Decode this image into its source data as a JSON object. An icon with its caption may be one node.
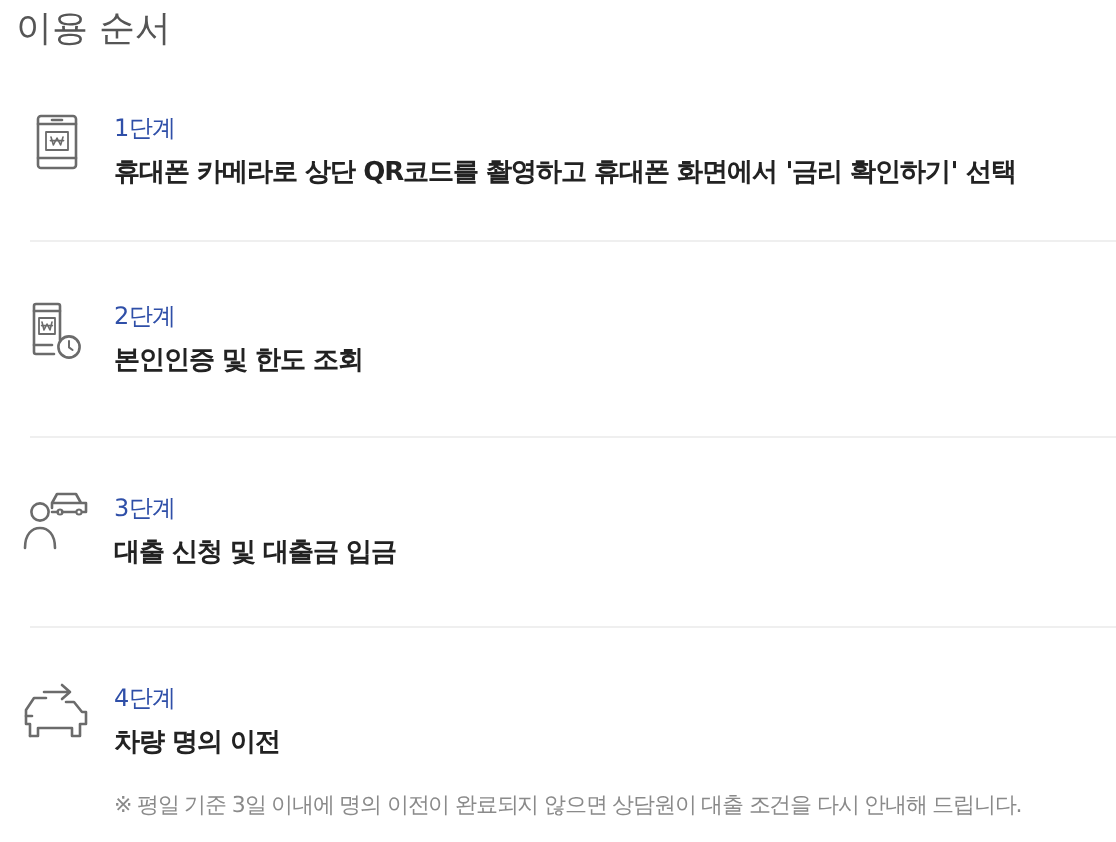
{
  "diagram": {
    "title": "이용 순서",
    "nodes": [
      {
        "text": [
          "1단계",
          "휴대폰 카메라로 상단 QR코드를 촬영하고 휴대폰 화면에서 '금리 확인하기' 선택"
        ]
      },
      {
        "text": [
          "2단계",
          "본인인증 및 한도 조회"
        ]
      },
      {
        "text": [
          "3단계",
          "대출 신청 및 대출금 입금"
        ]
      },
      {
        "text": [
          "4단계",
          "차량 명의 이전",
          "※ 평일 기준 3일 이내에 명의 이전이 완료되지 않으면 상담원이 대출 조건을 다시 안내해 드립니다."
        ]
      }
    ]
  }
}
